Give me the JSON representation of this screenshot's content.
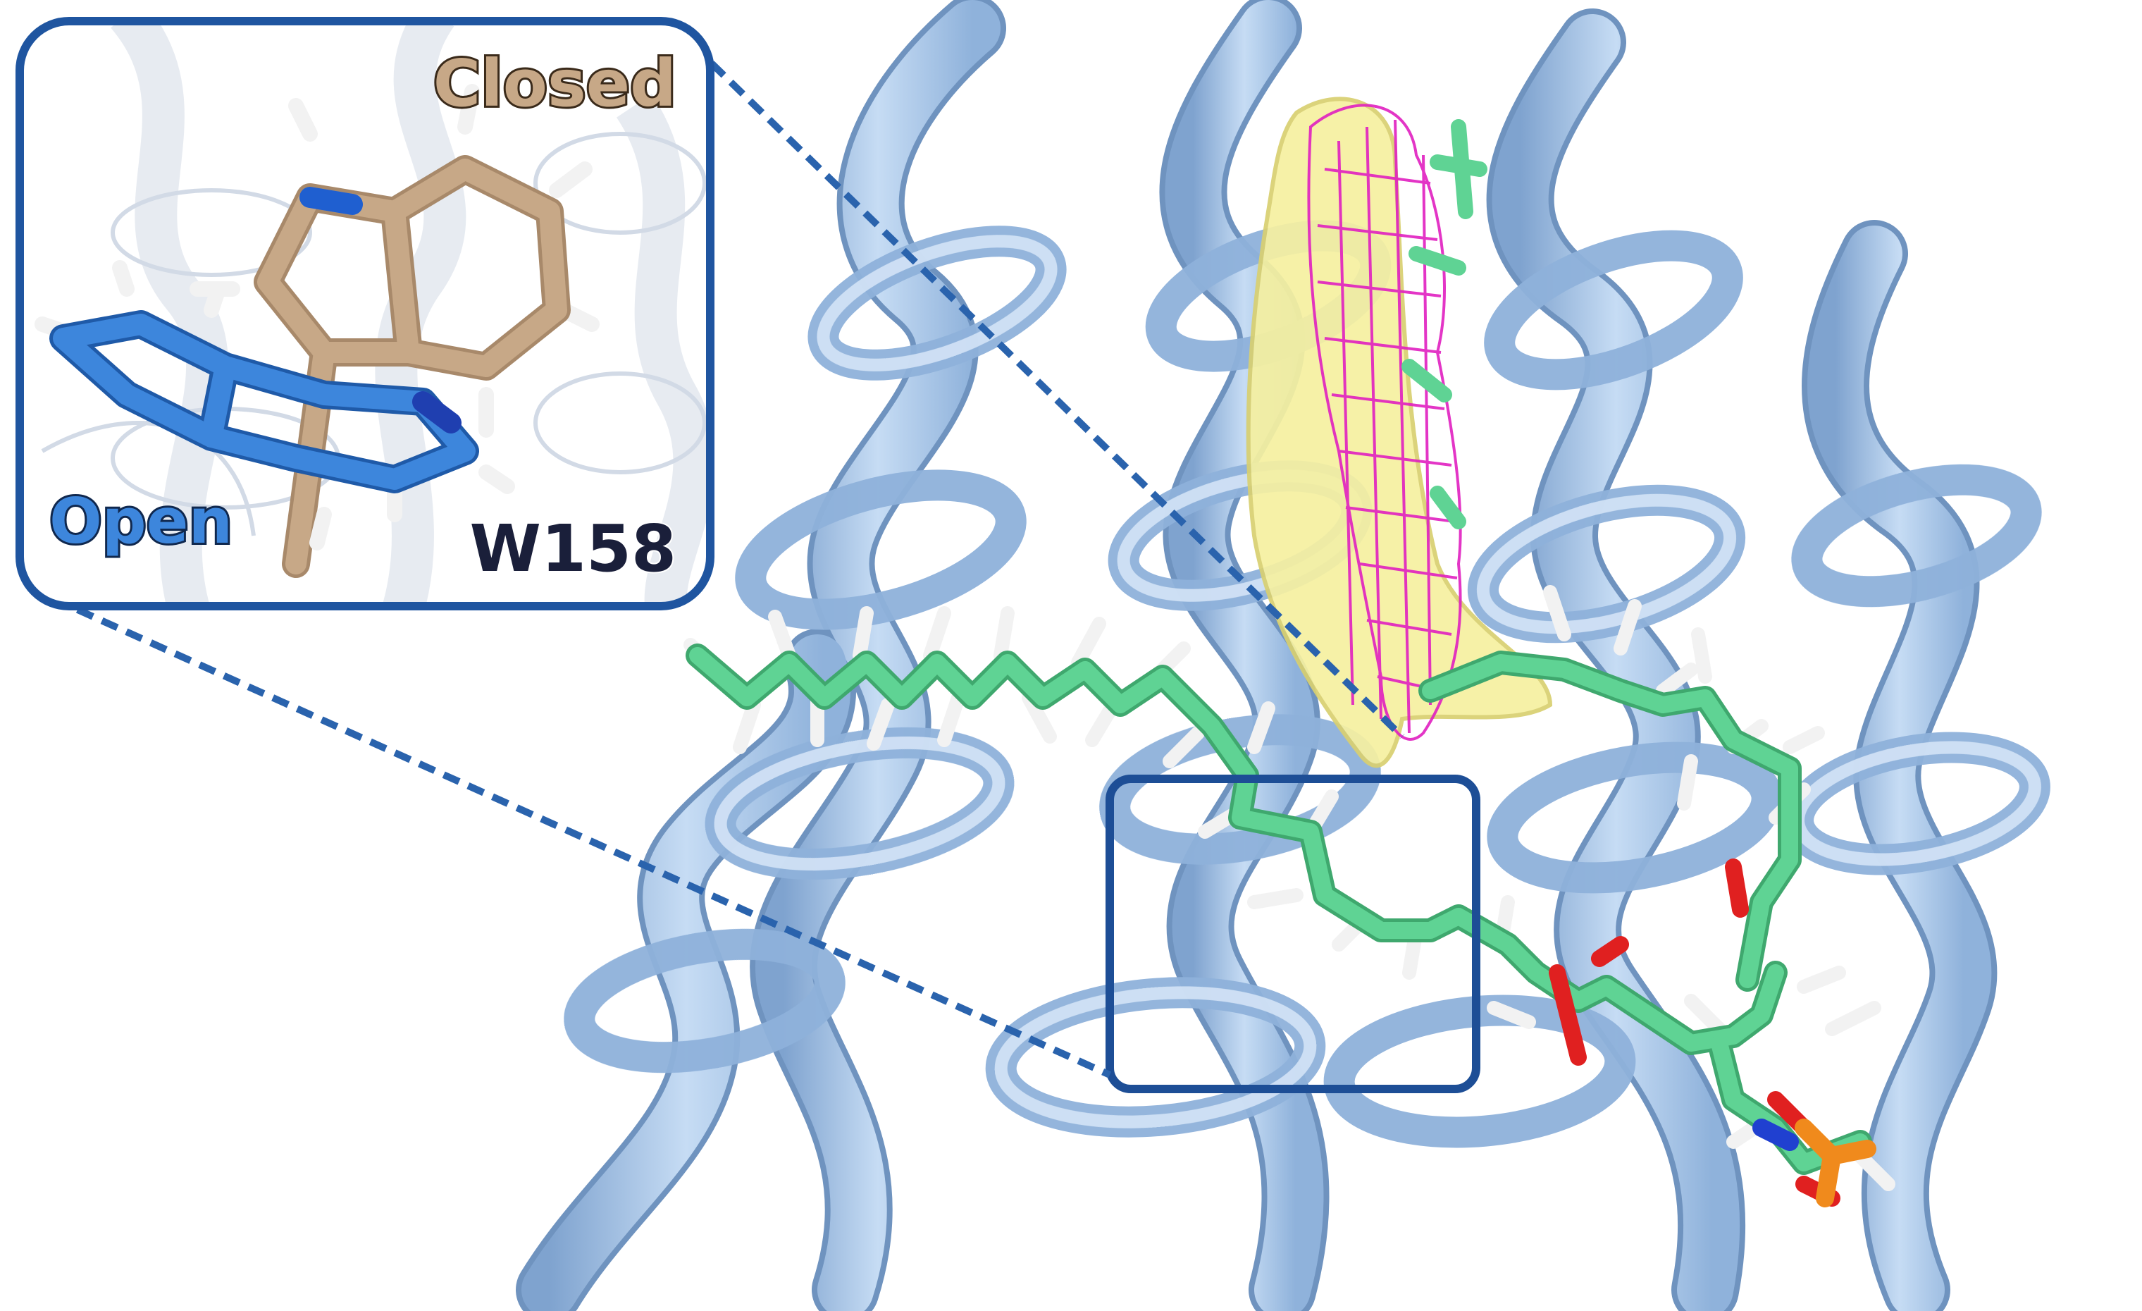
{
  "figure": {
    "labels": {
      "closed": "Closed",
      "open": "Open",
      "residue": "W158"
    },
    "colors": {
      "ribbon": "#a9c8ec",
      "ribbon_dark": "#7fa3cf",
      "inset_border": "#1f55a0",
      "zoom_box": "#1d4e96",
      "lipid_carbon": "#5fd394",
      "oxygen": "#e02020",
      "phosphorus": "#f08a1c",
      "nitrogen": "#2040d0",
      "hydrogen": "#f2f2f2",
      "open_conformer": "#3d86dc",
      "closed_conformer": "#c7a887",
      "surface": "#f6f0a0",
      "density_mesh": "#e020c0"
    }
  }
}
